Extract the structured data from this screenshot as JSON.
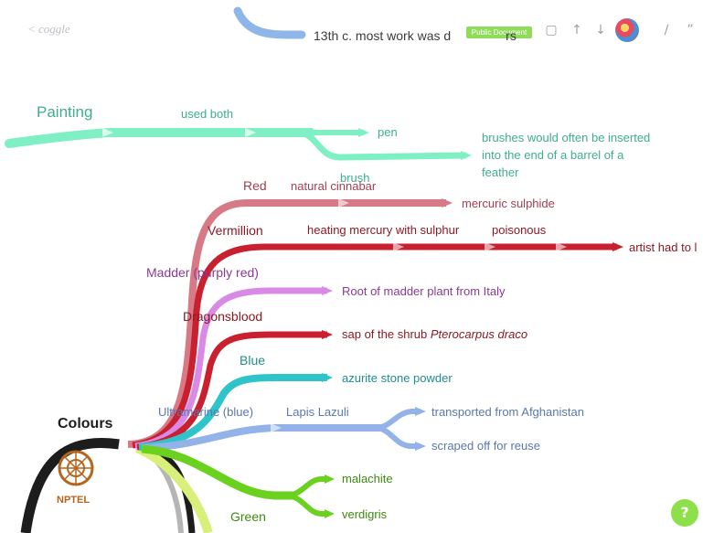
{
  "header": {
    "logo": "< coggle",
    "share_badge": "Public Document",
    "icons": [
      "comment-icon",
      "upload-icon",
      "download-icon",
      "avatar",
      "edit-icon",
      "quote-icon"
    ]
  },
  "help": {
    "label": "?"
  },
  "watermark": {
    "label": "NPTEL"
  },
  "nodes": {
    "top_note": "13th c. most work was d",
    "top_note_suffix": "rs",
    "painting": "Painting",
    "used_both": "used both",
    "pen": "pen",
    "brush": "brush",
    "brushes_note": [
      "brushes would often be inserted",
      "into the end of a barrel of a",
      "feather"
    ],
    "colours": "Colours",
    "red": "Red",
    "natural_cinnabar": "natural cinnabar",
    "mercuric_sulphide": "mercuric sulphide",
    "vermillion": "Vermillion",
    "heating_mercury": "heating mercury with sulphur",
    "poisonous": "poisonous",
    "artist_had_to": "artist had to l",
    "madder": "Madder (purply red)",
    "root_of_madder": "Root of madder plant from Italy",
    "dragonsblood": "Dragonsblood",
    "sap_prefix": "sap of the shrub ",
    "sap_italic": "Pterocarpus draco",
    "blue": "Blue",
    "azurite": "azurite stone powder",
    "ultramarine": "Ultramarine (blue)",
    "lapis": "Lapis Lazuli",
    "transported": "transported from Afghanistan",
    "scraped": "scraped off for reuse",
    "green": "Green",
    "malachite": "malachite",
    "verdigris": "verdigris"
  },
  "colors": {
    "painting": "#7ff0c4",
    "painting_text": "#3fae8c",
    "top_branch": "#8fb6e8",
    "red": "#d77a86",
    "vermillion": "#c8202e",
    "madder": "#d98ae6",
    "madder_text": "#8a3a96",
    "blue": "#2ec4c9",
    "ultramarine": "#92b2e8",
    "green": "#6ad11f",
    "yellow_green": "#d8ef7a",
    "gray": "#b5b5b5",
    "black": "#1d1d1d",
    "label": "#3b3b3b"
  }
}
